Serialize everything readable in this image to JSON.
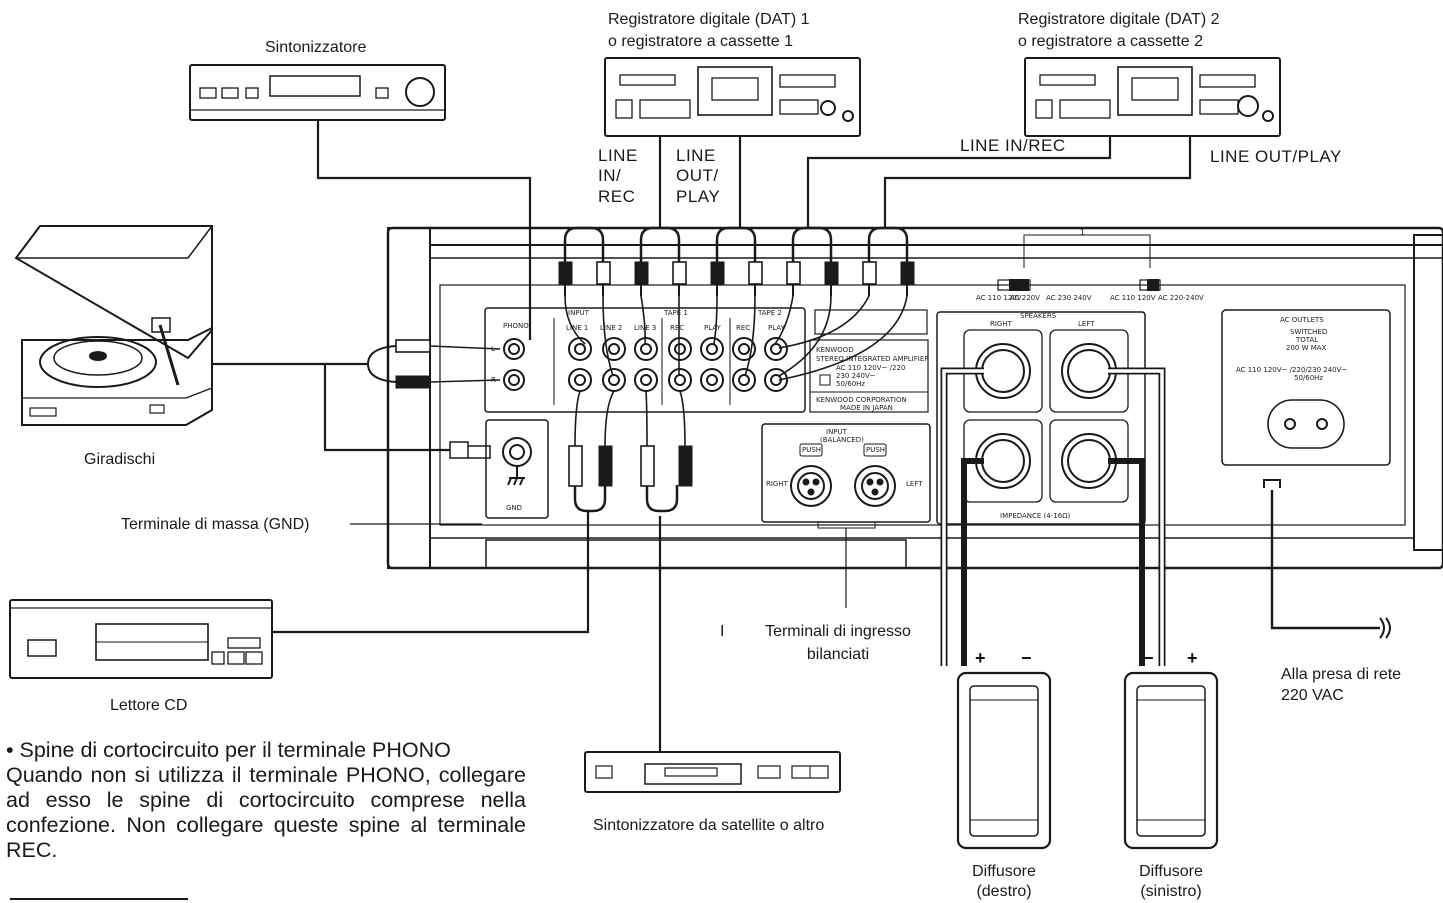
{
  "devices": {
    "tuner": "Sintonizzatore",
    "dat1_line1": "Registratore digitale (DAT) 1",
    "dat1_line2": "o registratore a cassette 1",
    "dat2_line1": "Registratore digitale (DAT) 2",
    "dat2_line2": "o registratore a cassette 2",
    "turntable": "Giradischi",
    "cd": "Lettore CD",
    "satellite": "Sintonizzatore da satellite o altro",
    "speaker_right_1": "Diffusore",
    "speaker_right_2": "(destro)",
    "speaker_left_1": "Diffusore",
    "speaker_left_2": "(sinistro)"
  },
  "connections": {
    "line_in_rec_a": "LINE",
    "line_in_rec_b": "IN/",
    "line_in_rec_c": "REC",
    "line_out_play_a": "LINE",
    "line_out_play_b": "OUT/",
    "line_out_play_c": "PLAY",
    "line_in_rec_2": "LINE IN/REC",
    "line_out_play_2": "LINE OUT/PLAY",
    "gnd_terminal": "Terminale di massa (GND)",
    "balanced_1": "Terminali di ingresso",
    "balanced_2": "bilanciati",
    "mains_1": "Alla presa di rete",
    "mains_2": "220 VAC",
    "plus": "+",
    "minus": "−",
    "callout_1": "1",
    "stray_mark": "I"
  },
  "panel": {
    "phono": "PHONO",
    "input": "INPUT",
    "line1": "LINE 1",
    "line2": "LINE 2",
    "line3": "LINE 3",
    "tape1": "TAPE 1",
    "tape2": "TAPE 2",
    "rec": "REC",
    "play": "PLAY",
    "gnd": "GND",
    "l": "L",
    "r": "R",
    "brand": "KENWOOD",
    "model": "STEREO INTEGRATED AMPLIFIER",
    "rating1": "AC 110 120V~ /220",
    "rating2": "230 240V~",
    "rating3": "50/60Hz",
    "corp": "KENWOOD CORPORATION",
    "made": "MADE IN JAPAN",
    "speakers": "SPEAKERS",
    "right": "RIGHT",
    "left": "LEFT",
    "impedance": "IMPEDANCE (4-16Ω)",
    "input_balanced_1": "INPUT",
    "input_balanced_2": "(BALANCED)",
    "push": "PUSH",
    "ac_outlets": "AC OUTLETS",
    "switched": "SWITCHED",
    "total": "TOTAL",
    "watts": "200 W MAX",
    "outlet_rating": "AC 110 120V~ /220/230 240V~",
    "outlet_hz": "50/60Hz",
    "sel1": "AC 110 120V",
    "sel2": "AC 220V",
    "sel3": "AC 230 240V",
    "sel4": "AC 110 120V",
    "sel5": "AC 220-240V"
  },
  "note": {
    "title": "• Spine di cortocircuito per il terminale PHONO",
    "body": "Quando non si utilizza il terminale PHONO, collegare ad esso le spine di cortocircuito comprese nella confezione. Non collegare queste spine al terminale REC."
  }
}
